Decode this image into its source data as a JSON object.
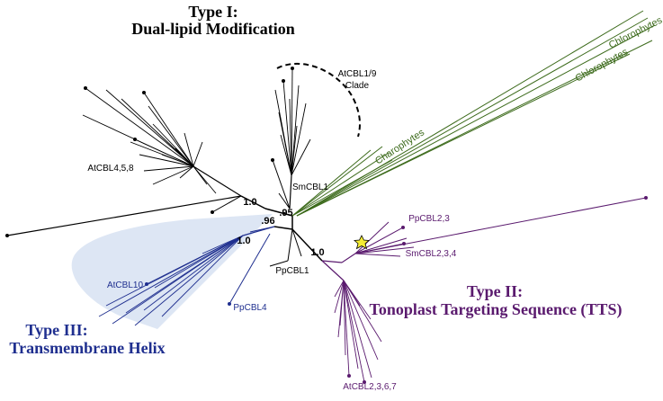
{
  "type_titles": {
    "type1_line1": "Type I:",
    "type1_line2": "Dual-lipid Modification",
    "type2_line1": "Type II:",
    "type2_line2": "Tonoplast Targeting Sequence (TTS)",
    "type3_line1": "Type III:",
    "type3_line2": "Transmembrane Helix"
  },
  "clade_labels": {
    "atcbl19_line1": "AtCBL1/9",
    "atcbl19_line2": "Clade",
    "atcbl458": "AtCBL4,5,8",
    "smcbl1": "SmCBL1",
    "ppcbl1": "PpCBL1",
    "ppcbl23": "PpCBL2,3",
    "smcbl234": "SmCBL2,3,4",
    "atcbl2367": "AtCBL2,3,6,7",
    "atcbl10": "AtCBL10",
    "ppcbl4": "PpCBL4",
    "charophytes": "Charophytes",
    "chlorophytes": "Chlorophytes"
  },
  "support_values": {
    "v1": "1.0",
    "v2": ".95",
    "v3": ".96",
    "v4": "1.0",
    "v5": "1.0"
  },
  "colors": {
    "type1": "#000000",
    "type2": "#5a1a6e",
    "type3": "#1f2f8f",
    "green": "#3d6b1c",
    "shade": "#dde6f4",
    "star": "#f4ec33"
  }
}
